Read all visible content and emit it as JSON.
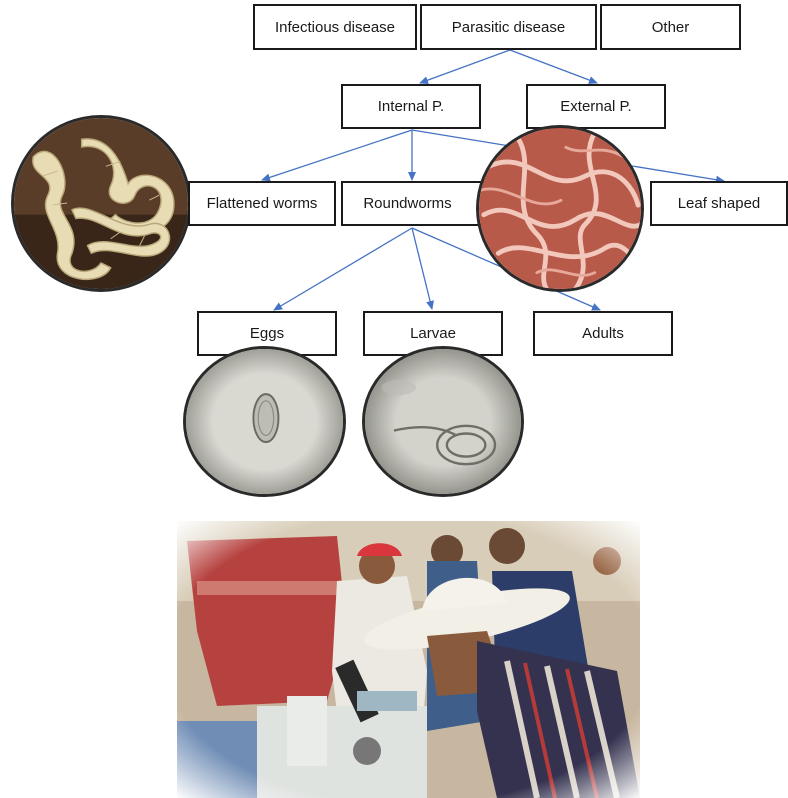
{
  "nodes": {
    "infectious": "Infectious disease",
    "parasitic": "Parasitic disease",
    "other": "Other",
    "internal": "Internal  P.",
    "external": "External P.",
    "flattened": "Flattened worms",
    "roundworms": "Roundworms",
    "leaf": "Leaf shaped",
    "eggs": "Eggs",
    "larvae": "Larvae",
    "adults": "Adults"
  },
  "colors": {
    "arrow": "#4472c4",
    "box_border": "#1a1a1a"
  },
  "images": {
    "flatworms": "tapeworm-segments-photo",
    "roundworms": "roundworm-cluster-photo",
    "eggs": "egg-microscopy-photo",
    "larvae": "larva-microscopy-photo",
    "field": "farmer-at-microscope-photo"
  }
}
